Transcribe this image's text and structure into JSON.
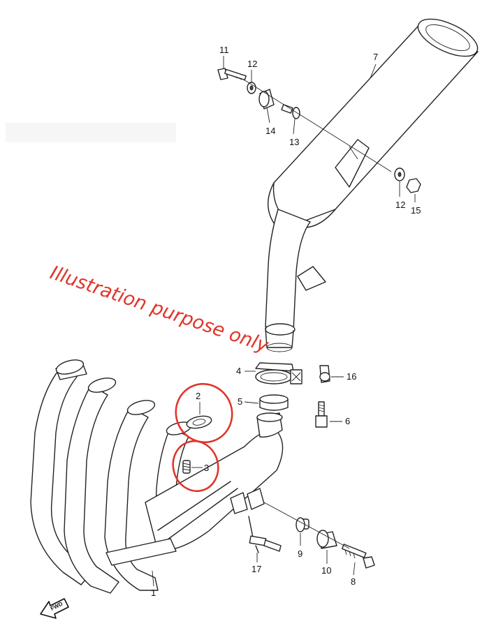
{
  "diagram": {
    "note": "Illustration purpose only",
    "fwd_label": "FWD",
    "part_numbers": {
      "p1": "1",
      "p2": "2",
      "p3": "3",
      "p4": "4",
      "p5": "5",
      "p6": "6",
      "p7": "7",
      "p8": "8",
      "p9": "9",
      "p10": "10",
      "p11": "11",
      "p12a": "12",
      "p12b": "12",
      "p13": "13",
      "p14": "14",
      "p15": "15",
      "p16": "16",
      "p17": "17"
    },
    "colors": {
      "highlight": "#e0352b",
      "linework": "#222222"
    }
  }
}
